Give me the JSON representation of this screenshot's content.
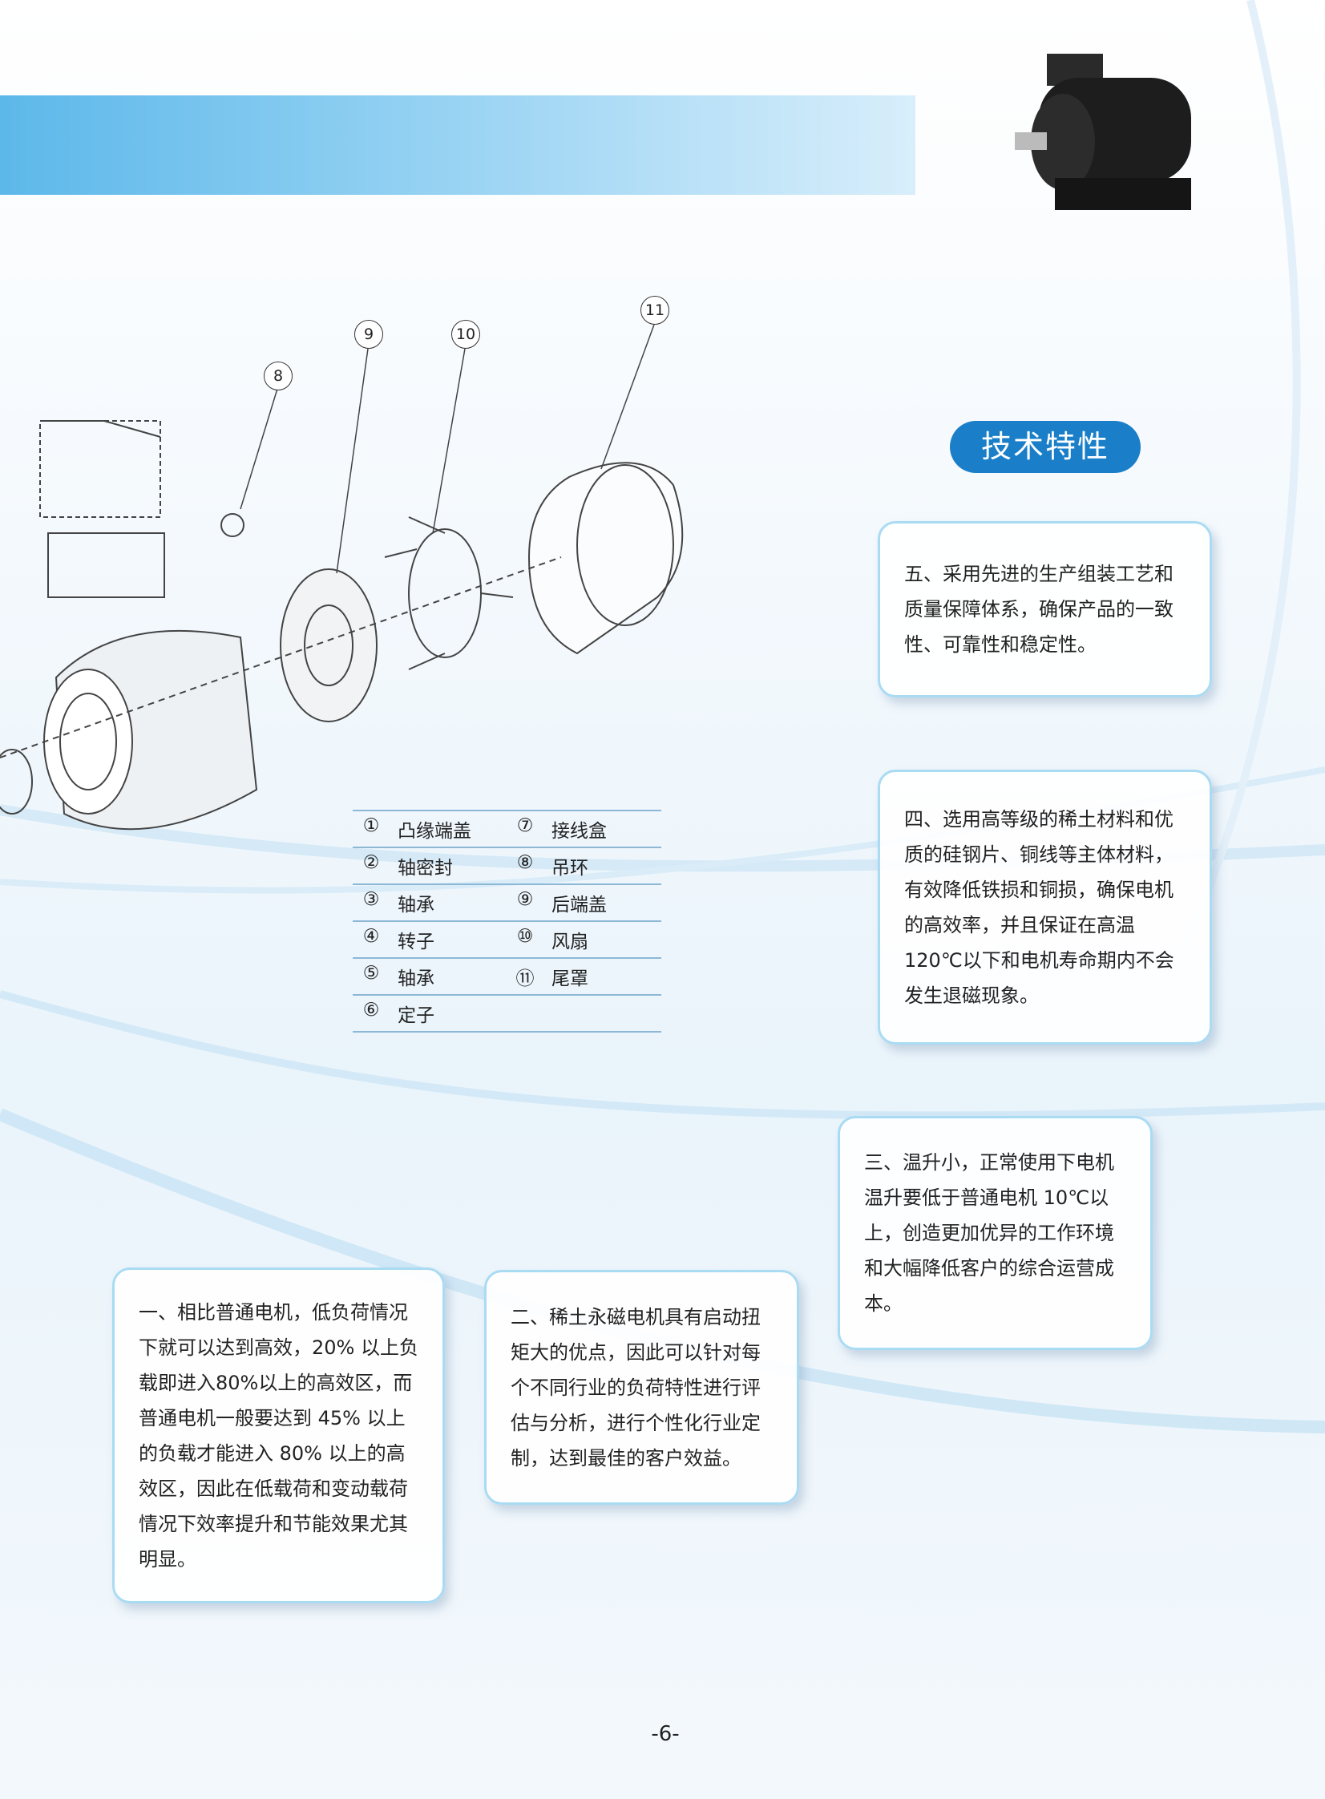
{
  "header": {
    "section_badge": "技术特性"
  },
  "diagram": {
    "callouts": [
      "8",
      "9",
      "10",
      "11"
    ],
    "legend": [
      [
        {
          "num": "①",
          "label": "凸缘端盖"
        },
        {
          "num": "⑦",
          "label": "接线盒"
        }
      ],
      [
        {
          "num": "②",
          "label": "轴密封"
        },
        {
          "num": "⑧",
          "label": "吊环"
        }
      ],
      [
        {
          "num": "③",
          "label": "轴承"
        },
        {
          "num": "⑨",
          "label": "后端盖"
        }
      ],
      [
        {
          "num": "④",
          "label": "转子"
        },
        {
          "num": "⑩",
          "label": "风扇"
        }
      ],
      [
        {
          "num": "⑤",
          "label": "轴承"
        },
        {
          "num": "⑪",
          "label": "尾罩"
        }
      ],
      [
        {
          "num": "⑥",
          "label": "定子"
        },
        {
          "num": "",
          "label": ""
        }
      ]
    ]
  },
  "features": {
    "five": "五、采用先进的生产组装工艺和质量保障体系，确保产品的一致性、可靠性和稳定性。",
    "four": "四、选用高等级的稀土材料和优质的硅钢片、铜线等主体材料，有效降低铁损和铜损，确保电机的高效率，并且保证在高温120℃以下和电机寿命期内不会发生退磁现象。",
    "three": "三、温升小，正常使用下电机温升要低于普通电机 10℃以上，创造更加优异的工作环境和大幅降低客户的综合运营成本。",
    "one": "一、相比普通电机，低负荷情况下就可以达到高效，20% 以上负载即进入80%以上的高效区，而普通电机一般要达到 45% 以上的负载才能进入 80% 以上的高效区，因此在低载荷和变动载荷情况下效率提升和节能效果尤其明显。",
    "two": "二、稀土永磁电机具有启动扭矩大的优点，因此可以针对每个不同行业的负荷特性进行评估与分析，进行个性化行业定制，达到最佳的客户效益。"
  },
  "footer": {
    "page_number": "-6-"
  },
  "colors": {
    "accent": "#1a7fc8",
    "box_border": "#a9dbf3",
    "band": "#5cb8ea"
  }
}
